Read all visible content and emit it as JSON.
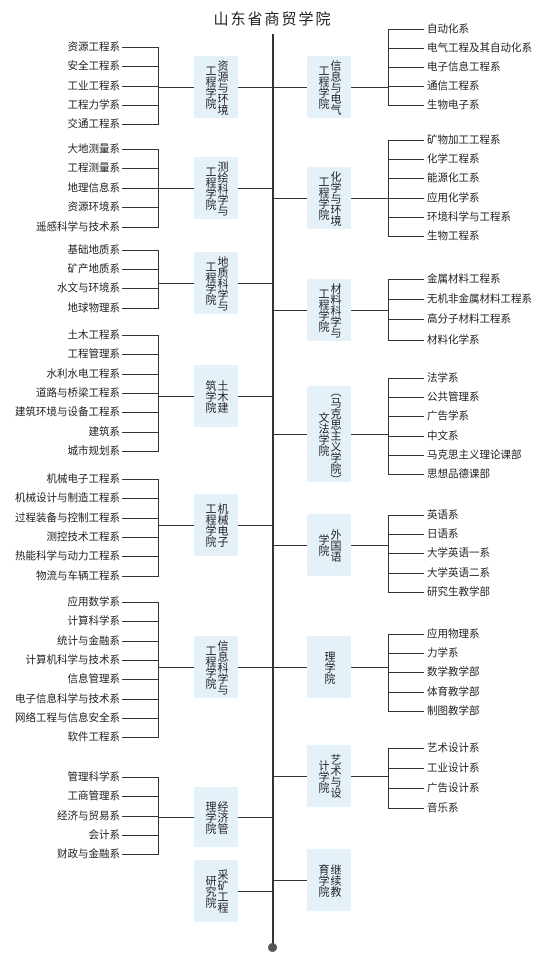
{
  "title": "山东省商贸学院",
  "groups": [
    {
      "side": "L",
      "college": [
        "资源与环境",
        "工程学院"
      ],
      "depts": [
        "资源工程系",
        "安全工程系",
        "工业工程系",
        "工程力学系",
        "交通工程系"
      ]
    },
    {
      "side": "L",
      "college": [
        "测绘科学与",
        "工程学院"
      ],
      "depts": [
        "大地测量系",
        "工程测量系",
        "地理信息系",
        "资源环境系",
        "遥感科学与技术系"
      ]
    },
    {
      "side": "L",
      "college": [
        "地质科学与",
        "工程学院"
      ],
      "depts": [
        "基础地质系",
        "矿产地质系",
        "水文与环境系",
        "地球物理系"
      ]
    },
    {
      "side": "L",
      "college": [
        "土木建",
        "筑学院"
      ],
      "depts": [
        "土木工程系",
        "工程管理系",
        "水利水电工程系",
        "道路与桥梁工程系",
        "建筑环境与设备工程系",
        "建筑系",
        "城市规划系"
      ]
    },
    {
      "side": "L",
      "college": [
        "机械电子",
        "工程学院"
      ],
      "depts": [
        "机械电子工程系",
        "机械设计与制造工程系",
        "过程装备与控制工程系",
        "测控技术工程系",
        "热能科学与动力工程系",
        "物流与车辆工程系"
      ]
    },
    {
      "side": "L",
      "college": [
        "信息科学与",
        "工程学院"
      ],
      "depts": [
        "应用数学系",
        "计算科学系",
        "统计与金融系",
        "计算机科学与技术系",
        "信息管理系",
        "电子信息科学与技术系",
        "网络工程与信息安全系",
        "软件工程系"
      ]
    },
    {
      "side": "L",
      "college": [
        "经济管",
        "理学院"
      ],
      "depts": [
        "管理科学系",
        "工商管理系",
        "经济与贸易系",
        "会计系",
        "财政与金融系"
      ]
    },
    {
      "side": "L",
      "college": [
        "采矿工程",
        "研究院"
      ],
      "depts": []
    },
    {
      "side": "R",
      "college": [
        "信息与电气",
        "工程学院"
      ],
      "depts": [
        "自动化系",
        "电气工程及其自动化系",
        "电子信息工程系",
        "通信工程系",
        "生物电子系"
      ]
    },
    {
      "side": "R",
      "college": [
        "化学与环境",
        "工程学院"
      ],
      "depts": [
        "矿物加工工程系",
        "化学工程系",
        "能源化工系",
        "应用化学系",
        "环境科学与工程系",
        "生物工程系"
      ]
    },
    {
      "side": "R",
      "college": [
        "材料科学与",
        "工程学院"
      ],
      "depts": [
        "金属材料工程系",
        "无机非金属材料工程系",
        "高分子材料工程系",
        "材料化学系"
      ]
    },
    {
      "side": "R",
      "college": [
        "（马克思主义学院）",
        "文法学院"
      ],
      "depts": [
        "法学系",
        "公共管理系",
        "广告学系",
        "中文系",
        "马克思主义理论课部",
        "思想品德课部"
      ]
    },
    {
      "side": "R",
      "college": [
        "外国语",
        "学院"
      ],
      "depts": [
        "英语系",
        "日语系",
        "大学英语一系",
        "大学英语二系",
        "研究生教学部"
      ]
    },
    {
      "side": "R",
      "college": [
        "理学院"
      ],
      "depts": [
        "应用物理系",
        "力学系",
        "数学教学部",
        "体育教学部",
        "制图教学部"
      ]
    },
    {
      "side": "R",
      "college": [
        "艺术与设",
        "计学院"
      ],
      "depts": [
        "艺术设计系",
        "工业设计系",
        "广告设计系",
        "音乐系"
      ]
    },
    {
      "side": "R",
      "college": [
        "继续教",
        "育学院"
      ],
      "depts": []
    }
  ]
}
